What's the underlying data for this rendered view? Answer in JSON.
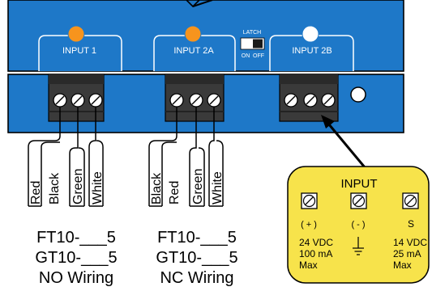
{
  "panel": {
    "inputs": [
      {
        "label": "INPUT 1",
        "led_color": "#f7941d"
      },
      {
        "label": "INPUT 2A",
        "led_color": "#f7941d"
      },
      {
        "label": "INPUT 2B",
        "led_color": "#ffffff"
      }
    ],
    "latch": {
      "title": "LATCH",
      "on_label": "ON",
      "off_label": "OFF"
    },
    "body_color": "#1e78c8",
    "terminal_color": "#3a3a3a"
  },
  "wiring_no": {
    "wires": [
      "Red",
      "Black",
      "Green",
      "White"
    ],
    "model_lines": [
      "FT10-___5",
      "GT10-___5"
    ],
    "caption": "NO Wiring"
  },
  "wiring_nc": {
    "wires": [
      "Black",
      "Red",
      "Green",
      "White"
    ],
    "model_lines": [
      "FT10-___5",
      "GT10-___5"
    ],
    "caption": "NC Wiring"
  },
  "input_box": {
    "title": "INPUT",
    "color": "#f7e34b",
    "terminals": [
      {
        "symbol": "( + )",
        "spec_lines": [
          "24 VDC",
          "100 mA",
          "Max"
        ]
      },
      {
        "symbol": "( - )",
        "spec_lines": []
      },
      {
        "symbol": "S",
        "spec_lines": [
          "14 VDC",
          "25 mA",
          "Max"
        ]
      }
    ]
  }
}
